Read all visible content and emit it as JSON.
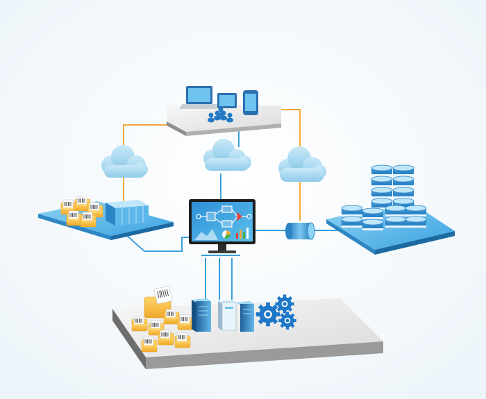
{
  "diagram": {
    "nodes": [
      {
        "id": "devices-platform",
        "kind": "platform",
        "icons": [
          "laptop-icon",
          "tablet-icon",
          "phone-icon",
          "user-group-icon"
        ]
      },
      {
        "id": "documents-platform",
        "kind": "platform",
        "icons": [
          "barcode-document-icon",
          "server-rack-icon"
        ]
      },
      {
        "id": "database-platform",
        "kind": "platform",
        "icons": [
          "database-stack-icon"
        ]
      },
      {
        "id": "workflow-monitor",
        "kind": "hub",
        "icons": [
          "workflow-chart-icon",
          "pie-chart-icon",
          "bar-chart-icon"
        ]
      },
      {
        "id": "services-platform",
        "kind": "platform",
        "icons": [
          "barcode-document-icon",
          "server-tower-icon",
          "gear-icon"
        ]
      },
      {
        "id": "cloud-left",
        "kind": "cloud",
        "icons": [
          "cloud-icon"
        ]
      },
      {
        "id": "cloud-center",
        "kind": "cloud",
        "icons": [
          "cloud-icon"
        ]
      },
      {
        "id": "cloud-right",
        "kind": "cloud",
        "icons": [
          "cloud-icon"
        ]
      },
      {
        "id": "connector-cylinder",
        "kind": "connector",
        "icons": [
          "pipe-connector-icon"
        ]
      }
    ],
    "edges": [
      {
        "from": "devices-platform",
        "to": "cloud-left",
        "color": "#f4a93a"
      },
      {
        "from": "cloud-left",
        "to": "documents-platform",
        "color": "#f4a93a"
      },
      {
        "from": "devices-platform",
        "to": "cloud-center",
        "color": "#3aa0dc"
      },
      {
        "from": "cloud-center",
        "to": "workflow-monitor",
        "color": "#3aa0dc"
      },
      {
        "from": "devices-platform",
        "to": "cloud-right",
        "color": "#f4a93a"
      },
      {
        "from": "cloud-right",
        "to": "connector-cylinder",
        "color": "#f4a93a"
      },
      {
        "from": "documents-platform",
        "to": "workflow-monitor",
        "color": "#3aa0dc"
      },
      {
        "from": "workflow-monitor",
        "to": "connector-cylinder",
        "color": "#3aa0dc"
      },
      {
        "from": "connector-cylinder",
        "to": "database-platform",
        "color": "#3aa0dc"
      },
      {
        "from": "workflow-monitor",
        "to": "services-platform",
        "color": "#3aa0dc"
      }
    ]
  },
  "colors": {
    "background": "#ffffff",
    "platform_blue": "#58b8ea",
    "platform_blue_edge": "#2c7fb8",
    "platform_gray": "#ececec",
    "platform_gray_edge": "#7d7d7d",
    "cloud": "#a8d8f0",
    "line_orange": "#f4a93a",
    "line_blue": "#3aa0dc",
    "gear": "#1e77c8",
    "folder": "#f6c048"
  }
}
